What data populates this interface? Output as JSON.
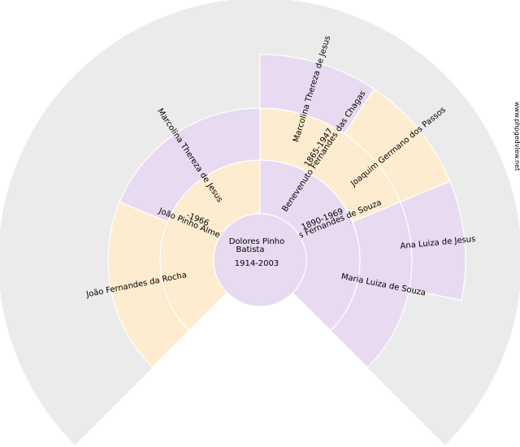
{
  "watermark": "www.phpgedview.net",
  "colors": {
    "background_ring": "#ebebeb",
    "female": "#e8daf0",
    "male": "#feecd0",
    "separator": "#ffffff"
  },
  "root": {
    "name_line1": "Dolores Pinho",
    "name_line2": "Batista",
    "dates": "1914-2003",
    "sex": "F"
  },
  "generations": [
    [
      {
        "name": "João Pinho Almeida",
        "dates": "-1966",
        "sex": "M"
      },
      {
        "name": "Termutes Fernandes de Souza",
        "dates": "1890-1969",
        "sex": "F"
      }
    ],
    [
      {
        "name": "João Fernandes da Rocha",
        "dates": "",
        "sex": "M"
      },
      {
        "name": "Marcolina Thereza de Jesus",
        "dates": "",
        "sex": "F"
      },
      {
        "name": "Benevenuto Fernandes das Chagas",
        "dates": "1865-1947",
        "sex": "M"
      },
      {
        "name": "Maria Luiza de Souza",
        "dates": "",
        "sex": "F"
      }
    ],
    [
      {
        "name": "",
        "dates": "",
        "sex": ""
      },
      {
        "name": "",
        "dates": "",
        "sex": ""
      },
      {
        "name": "",
        "dates": "",
        "sex": ""
      },
      {
        "name": "",
        "dates": "",
        "sex": ""
      },
      {
        "name": "Marcolina Thereza de Jesus",
        "dates": "",
        "sex": "F"
      },
      {
        "name": "Joaquim Germano dos Passos",
        "dates": "",
        "sex": "M"
      },
      {
        "name": "Ana Luiza de Jesus",
        "dates": "",
        "sex": "F"
      },
      {
        "name": "",
        "dates": "",
        "sex": ""
      }
    ]
  ]
}
